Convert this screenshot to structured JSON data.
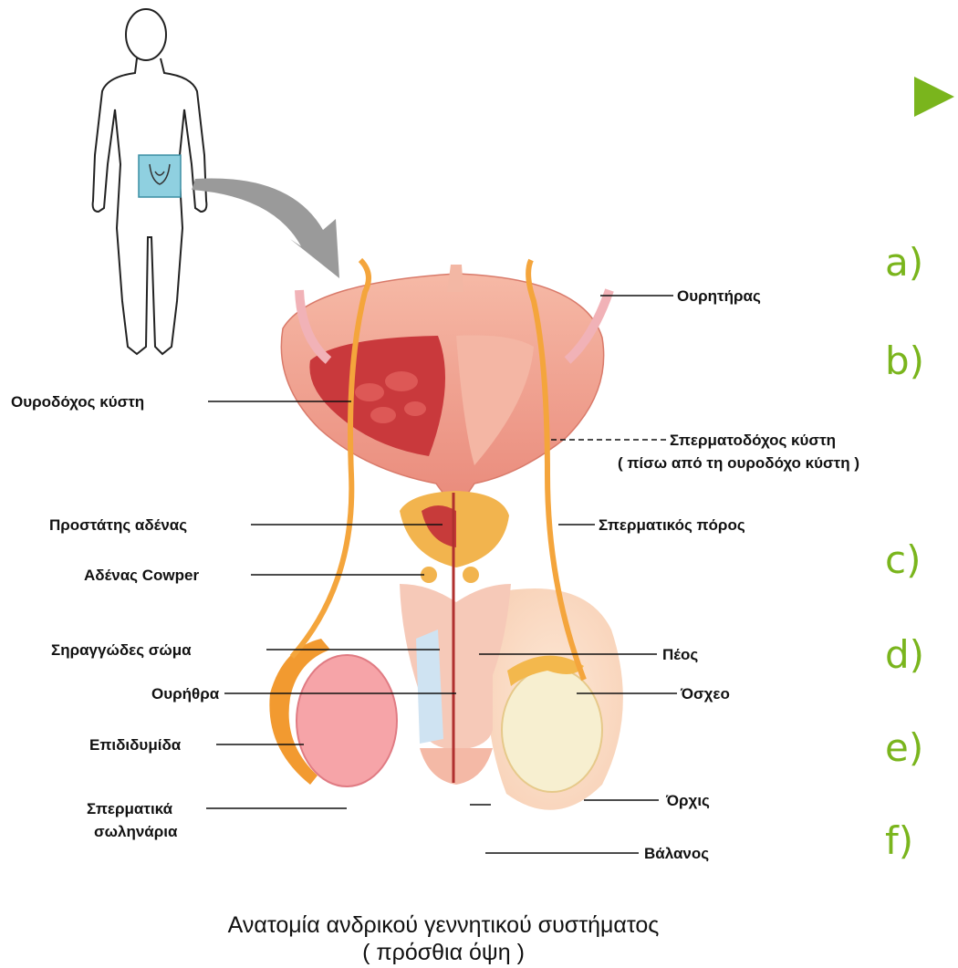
{
  "labels": {
    "ureter": "Ουρητήρας",
    "bladder": "Ουροδόχος κύστη",
    "seminal_vesicle": "Σπερματοδόχος κύστη",
    "seminal_vesicle_note": "( πίσω από τη ουροδόχο κύστη )",
    "prostate": "Προστάτης αδένας",
    "vas_deferens": "Σπερματικός πόρος",
    "cowper": "Αδένας Cowper",
    "corpus_spongiosum": "Σηραγγώδες σώμα",
    "penis": "Πέος",
    "urethra": "Ουρήθρα",
    "scrotum": "Όσχεο",
    "epididymis": "Επιδιδυμίδα",
    "testis": "Όρχις",
    "seminiferous_1": "Σπερματικά",
    "seminiferous_2": "σωληνάρια",
    "glans": "Βάλανος"
  },
  "caption": {
    "line1": "Ανατομία ανδρικού γεννητικού συστήματος",
    "line2": "( πρόσθια όψη )"
  },
  "side_list": {
    "items": [
      "a)",
      "b)",
      "c)",
      "d)",
      "e)",
      "f)"
    ],
    "color": "#7ab51d"
  },
  "icons": {
    "bullet": "triangle-bullet-icon",
    "arrow": "curved-pointer-arrow-icon",
    "figure": "human-body-outline-icon"
  },
  "colors": {
    "bladder": "#f1a393",
    "bladder_inner": "#c9393c",
    "duct": "#f4a53c",
    "skin": "#fbe3cf",
    "highlight": "#8fd0e0"
  }
}
